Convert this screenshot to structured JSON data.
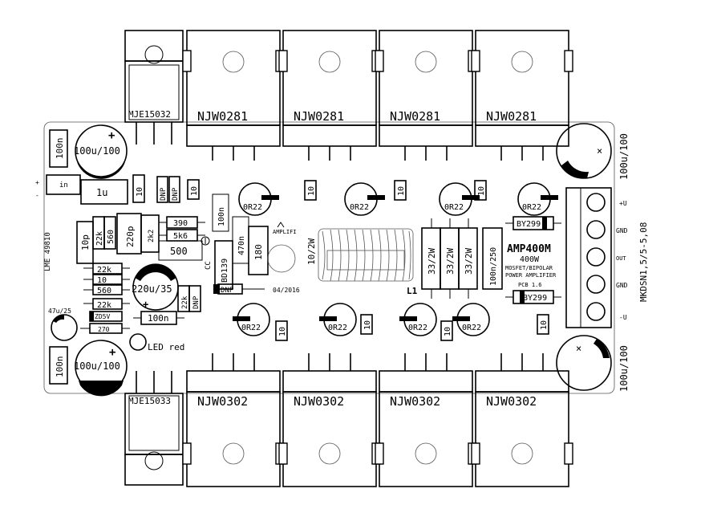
{
  "labels": {
    "mje_top": "MJE15032",
    "mje_bottom": "MJE15033",
    "njw_top": "NJW0281",
    "njw_bottom": "NJW0302",
    "cap_top_left": "100u/100",
    "cap_bottom_left": "100u/100",
    "cap_top_right": "100u/100",
    "cap_bottom_right": "100u/100",
    "r100n_top": "100n",
    "r100n_bottom": "100n",
    "r100n_mid": "100n",
    "r100n_vert": "100n",
    "in": "in",
    "plus": "+",
    "minus": "-",
    "one_u": "1u",
    "ten": "10",
    "dnp": "DNP",
    "r0r22": "0R22",
    "r390": "390",
    "r5k6": "5k6",
    "r10p": "10p",
    "r22k": "22k",
    "r560": "560",
    "r220p": "220p",
    "r2k2": "2k2",
    "r500": "500",
    "r470n": "470n",
    "r180": "180",
    "bd139": "BD139",
    "r10_2w": "10/2W",
    "ampfi": "AMPLIFI",
    "date": "04/2016",
    "l1": "L1",
    "r33_2w": "33/2W",
    "r100n_250": "100n/250",
    "by299": "BY299",
    "amp_title": "AMP400M",
    "amp_power": "400W",
    "amp_desc1": "MOSFET/BIPOLAR",
    "amp_desc2": "POWER AMPLIFIER",
    "pcb_ver": "PCB 1.6",
    "lme": "LME 49810",
    "r10": "10",
    "r220u35": "220u/35",
    "r47u25": "47u/25",
    "zener": "ZD5V",
    "r270": "270",
    "led_red": "LED red",
    "pin_pos": "+U",
    "pin_gnd1": "GND",
    "pin_out": "OUT",
    "pin_gnd2": "GND",
    "pin_neg": "-U",
    "connector": "MKDSN1,5/5-5,08",
    "cc": "CC",
    "x_mark": "×"
  }
}
